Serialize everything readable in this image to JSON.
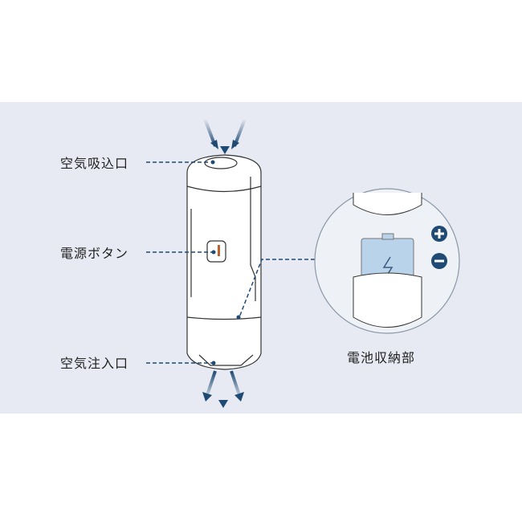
{
  "labels": {
    "air_intake": "空気吸込口",
    "power_button": "電源ボタン",
    "air_outlet": "空気注入口",
    "battery_compartment": "電池収納部"
  },
  "colors": {
    "accent": "#1f4a73",
    "band": "#e7eaf2",
    "battery": "#b9d3ea"
  }
}
